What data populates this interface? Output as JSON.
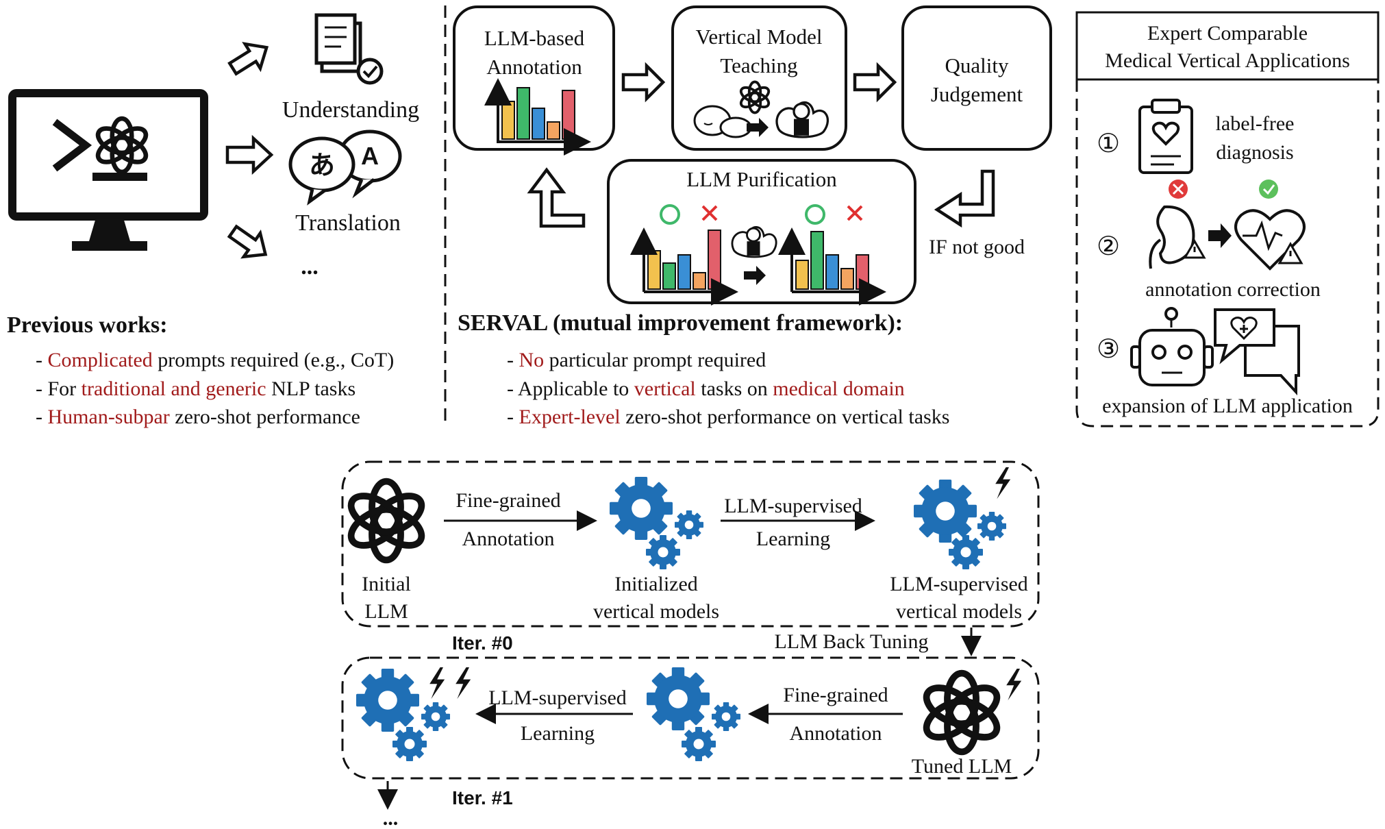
{
  "previous": {
    "understanding": "Understanding",
    "translation": "Translation",
    "ellipsis": "...",
    "title": "Previous works:",
    "bullets": [
      {
        "prefix": "- ",
        "hl": "Complicated",
        "rest": " prompts required (e.g., CoT)"
      },
      {
        "prefix": "- For ",
        "hl": "traditional and generic",
        "rest": " NLP tasks"
      },
      {
        "prefix": "- ",
        "hl": "Human-subpar",
        "rest": " zero-shot performance"
      }
    ]
  },
  "serval": {
    "box1_line1": "LLM-based",
    "box1_line2": "Annotation",
    "box2_line1": "Vertical Model",
    "box2_line2": "Teaching",
    "box3_line1": "Quality",
    "box3_line2": "Judgement",
    "purification": "LLM Purification",
    "if_not_good": "IF not good",
    "title": "SERVAL (mutual improvement framework):",
    "b1_prefix": "- ",
    "b1_hl": "No",
    "b1_rest": " particular prompt required",
    "b2_prefix": "- Applicable to ",
    "b2_hl1": "vertical",
    "b2_mid": " tasks on ",
    "b2_hl2": "medical domain",
    "b3_prefix": "- ",
    "b3_hl": "Expert-level",
    "b3_rest": " zero-shot performance on vertical tasks"
  },
  "apps": {
    "header_line1": "Expert Comparable",
    "header_line2": "Medical Vertical Applications",
    "n1": "①",
    "n2": "②",
    "n3": "③",
    "item1_line1": "label-free",
    "item1_line2": "diagnosis",
    "item2": "annotation correction",
    "item3": "expansion of LLM application"
  },
  "iter0": {
    "initial_line1": "Initial",
    "initial_line2": "LLM",
    "arrow1_top": "Fine-grained",
    "arrow1_bottom": "Annotation",
    "init_vm_line1": "Initialized",
    "init_vm_line2": "vertical models",
    "arrow2_top": "LLM-supervised",
    "arrow2_bottom": "Learning",
    "sup_vm_line1": "LLM-supervised",
    "sup_vm_line2": "vertical models",
    "label": "Iter. #0",
    "back_tuning": "LLM Back Tuning"
  },
  "iter1": {
    "arrow1_top": "LLM-supervised",
    "arrow1_bottom": "Learning",
    "arrow2_top": "Fine-grained",
    "arrow2_bottom": "Annotation",
    "tuned": "Tuned LLM",
    "label": "Iter. #1",
    "ellipsis": "..."
  },
  "colors": {
    "highlight": "#a11b1b",
    "gear": "#1f6fb5",
    "bar_yellow": "#f2c14e",
    "bar_green": "#3fb86a",
    "bar_blue": "#3a8fd6",
    "bar_orange": "#f4a460",
    "bar_red": "#e2606b"
  }
}
